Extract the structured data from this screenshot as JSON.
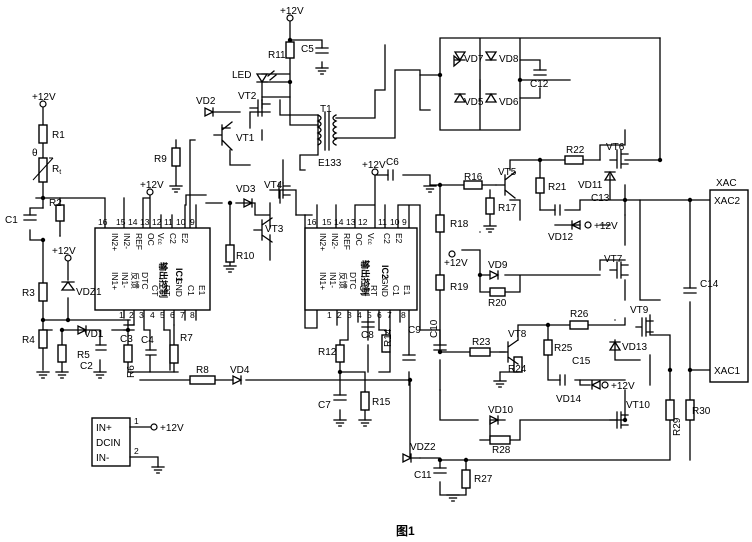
{
  "figure_caption": "图1",
  "supply_labels": {
    "vcc": "+12V"
  },
  "components": {
    "r1": "R1",
    "rt": "R",
    "rt_sub": "t",
    "rt_theta": "θ",
    "r2": "R2",
    "r3": "R3",
    "r4": "R4",
    "r5": "R5",
    "r6": "R6",
    "r7": "R7",
    "r8": "R8",
    "r9": "R9",
    "r10": "R10",
    "r11": "R11",
    "r12": "R12",
    "r14": "R14",
    "r15": "R15",
    "r16": "R16",
    "r17": "R17",
    "r18": "R18",
    "r19": "R19",
    "r20": "R20",
    "r21": "R21",
    "r22": "R22",
    "r23": "R23",
    "r24": "R24",
    "r25": "R25",
    "r26": "R26",
    "r27": "R27",
    "r28": "R28",
    "r29": "R29",
    "r30": "R30",
    "c1": "C1",
    "c2": "C2",
    "c3": "C3",
    "c4": "C4",
    "c5": "C5",
    "c6": "C6",
    "c7": "C7",
    "c8": "C8",
    "c9": "C9",
    "c10": "C10",
    "c11": "C11",
    "c12": "C12",
    "c13": "C13",
    "c14": "C14",
    "c15": "C15",
    "vd1": "VD1",
    "vd2": "VD2",
    "vd3": "VD3",
    "vd4": "VD4",
    "vd5": "VD5",
    "vd6": "VD6",
    "vd7": "VD7",
    "vd8": "VD8",
    "vd9": "VD9",
    "vd10": "VD10",
    "vd11": "VD11",
    "vd12": "VD12",
    "vd13": "VD13",
    "vd14": "VD14",
    "vdz1": "VDZ1",
    "vdz2": "VDZ2",
    "led": "LED",
    "vt1": "VT1",
    "vt2": "VT2",
    "vt3": "VT3",
    "vt4": "VT4",
    "vt5": "VT5",
    "vt6": "VT6",
    "vt7": "VT7",
    "vt8": "VT8",
    "vt9": "VT9",
    "vt10": "VT10",
    "t1": "T1",
    "t1_core": "E133"
  },
  "ic1": {
    "name": "IC1",
    "title": "输出控制",
    "top_pins": [
      "IN2+",
      "IN2-",
      "REF",
      "OC",
      "C2",
      "E2"
    ],
    "top_nums": [
      "16",
      "15",
      "14",
      "13",
      "12",
      "11",
      "10",
      "9"
    ],
    "vcc_pin": "V",
    "vcc_sub": "cc",
    "bottom_pins": [
      "IN1+",
      "IN1-",
      "反馈",
      "DTC",
      "CT",
      "RT",
      "GND",
      "C1",
      "E1"
    ],
    "bottom_nums": [
      "1",
      "2",
      "3",
      "4",
      "5",
      "6",
      "7",
      "8"
    ]
  },
  "ic2": {
    "name": "IC2",
    "title": "输出控制",
    "top_pins": [
      "IN2+",
      "IN2-",
      "REF",
      "OC",
      "C2",
      "E2"
    ],
    "top_nums": [
      "16",
      "15",
      "14",
      "13",
      "12",
      "11",
      "10",
      "9"
    ],
    "vcc_pin": "V",
    "vcc_sub": "cc",
    "bottom_pins": [
      "IN1+",
      "IN1-",
      "反馈",
      "DTC",
      "CT",
      "RT",
      "GND",
      "C1",
      "E1"
    ],
    "bottom_nums": [
      "1",
      "2",
      "3",
      "4",
      "5",
      "6",
      "7",
      "8"
    ]
  },
  "dcin": {
    "label": "DCIN",
    "pin_pos": "IN+",
    "pin_neg": "IN-",
    "pin1": "1",
    "pin2": "2"
  },
  "xac": {
    "header": "XAC",
    "pin2": "XAC2",
    "pin1": "XAC1"
  }
}
